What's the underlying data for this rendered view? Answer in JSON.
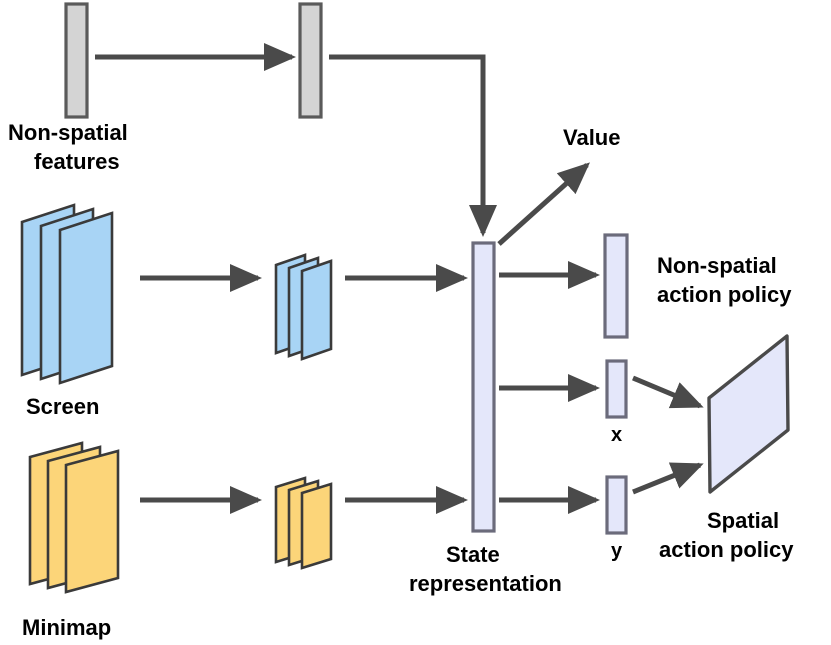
{
  "diagram": {
    "title": "StarCraft II agent network architecture",
    "background_color": "#ffffff",
    "stroke_color": "#4a4a4a",
    "arrow_color": "#4a4a4a",
    "labels": {
      "non_spatial_features_line1": "Non-spatial",
      "non_spatial_features_line2": "features",
      "screen": "Screen",
      "minimap": "Minimap",
      "state_line1": "State",
      "state_line2": "representation",
      "value": "Value",
      "non_spatial_policy_line1": "Non-spatial",
      "non_spatial_policy_line2": "action policy",
      "spatial_policy_line1": "Spatial",
      "spatial_policy_line2": "action policy",
      "x_axis": "x",
      "y_axis": "y"
    },
    "nodes": [
      {
        "id": "non-spatial-input-bar",
        "name": "Non-spatial features input vector",
        "shape": "rect",
        "fill": "#d4d4d4",
        "stroke": "#4a4a4a"
      },
      {
        "id": "non-spatial-hidden-bar",
        "name": "Non-spatial hidden vector",
        "shape": "rect",
        "fill": "#d4d4d4",
        "stroke": "#4a4a4a"
      },
      {
        "id": "screen-input-stack",
        "name": "Screen feature map stack",
        "shape": "parallelogram-stack",
        "layers": 3,
        "fill": "#a8d4f5",
        "stroke": "#3a3a3a"
      },
      {
        "id": "screen-conv-stack",
        "name": "Screen convolution output stack",
        "shape": "parallelogram-stack",
        "layers": 3,
        "fill": "#a8d4f5",
        "stroke": "#3a3a3a"
      },
      {
        "id": "minimap-input-stack",
        "name": "Minimap feature map stack",
        "shape": "parallelogram-stack",
        "layers": 3,
        "fill": "#fcd579",
        "stroke": "#3a3a3a"
      },
      {
        "id": "minimap-conv-stack",
        "name": "Minimap convolution output stack",
        "shape": "parallelogram-stack",
        "layers": 3,
        "fill": "#fcd579",
        "stroke": "#3a3a3a"
      },
      {
        "id": "state-representation-bar",
        "name": "State representation vector",
        "shape": "rect",
        "fill": "#e4e7fa",
        "stroke": "#6b6b7b"
      },
      {
        "id": "non-spatial-policy-bar",
        "name": "Non-spatial action policy vector",
        "shape": "rect",
        "fill": "#e4e7fa",
        "stroke": "#6b6b7b"
      },
      {
        "id": "x-policy-bar",
        "name": "x coordinate policy vector",
        "shape": "rect",
        "fill": "#e4e7fa",
        "stroke": "#6b6b7b"
      },
      {
        "id": "y-policy-bar",
        "name": "y coordinate policy vector",
        "shape": "rect",
        "fill": "#e4e7fa",
        "stroke": "#6b6b7b"
      },
      {
        "id": "spatial-policy-plane",
        "name": "Spatial action policy plane",
        "shape": "parallelogram",
        "fill": "#e4e7fa",
        "stroke": "#4a4a4a"
      }
    ],
    "edges": [
      {
        "from": "non-spatial-input-bar",
        "to": "non-spatial-hidden-bar",
        "type": "arrow"
      },
      {
        "from": "non-spatial-hidden-bar",
        "to": "state-representation-bar",
        "type": "elbow-arrow"
      },
      {
        "from": "screen-input-stack",
        "to": "screen-conv-stack",
        "type": "arrow"
      },
      {
        "from": "screen-conv-stack",
        "to": "state-representation-bar",
        "type": "arrow"
      },
      {
        "from": "minimap-input-stack",
        "to": "minimap-conv-stack",
        "type": "arrow"
      },
      {
        "from": "minimap-conv-stack",
        "to": "state-representation-bar",
        "type": "arrow"
      },
      {
        "from": "state-representation-bar",
        "to": "value",
        "type": "diagonal-arrow"
      },
      {
        "from": "state-representation-bar",
        "to": "non-spatial-policy-bar",
        "type": "arrow"
      },
      {
        "from": "state-representation-bar",
        "to": "x-policy-bar",
        "type": "arrow"
      },
      {
        "from": "state-representation-bar",
        "to": "y-policy-bar",
        "type": "arrow"
      },
      {
        "from": "x-policy-bar",
        "to": "spatial-policy-plane",
        "type": "diagonal-arrow"
      },
      {
        "from": "y-policy-bar",
        "to": "spatial-policy-plane",
        "type": "diagonal-arrow"
      }
    ]
  }
}
